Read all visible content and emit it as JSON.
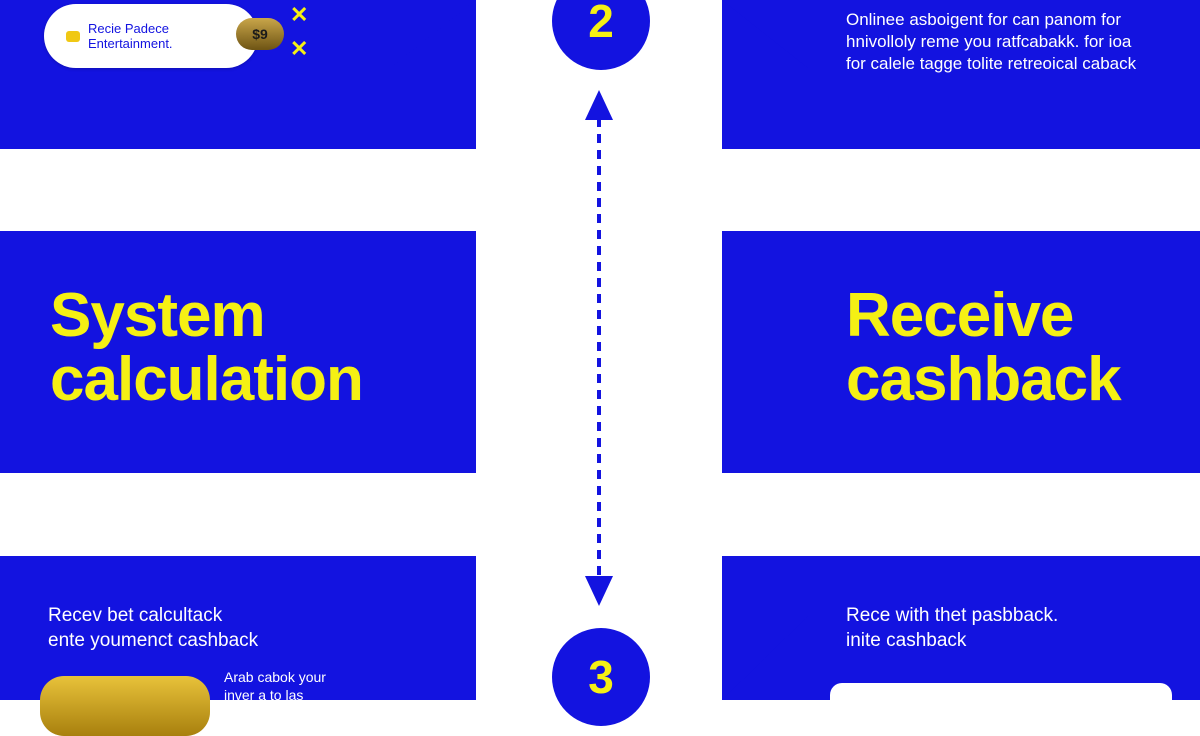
{
  "badge": {
    "line1": "Recie Padece",
    "line2": "Entertainment."
  },
  "coin_label": "$9",
  "close_symbol": "✕",
  "step_top_number": "2",
  "step_bottom_number": "3",
  "left_card": {
    "title_line1": "System",
    "title_line2": "calculation"
  },
  "right_card": {
    "title_line1": "Receive",
    "title_line2": "cashback"
  },
  "top_right_text": {
    "line1": "Onlinee asboigent  for can panom for",
    "line2": "hnivolloly reme you ratfcabakk. for ioa",
    "line3": "for calele tagge tolite retreoical caback"
  },
  "bottom_left_text": {
    "line1": "Recev bet  calcultack",
    "line2": "ente youmenct  cashback"
  },
  "bottom_right_text": {
    "line1": "Rece with thet pasbback.",
    "line2": "inite cashback"
  },
  "bottom_small_text": {
    "line1": "Arab cabok your",
    "line2": "inver a to las"
  },
  "colors": {
    "blue": "#1313e0",
    "yellow": "#f5f014",
    "white": "#ffffff"
  }
}
